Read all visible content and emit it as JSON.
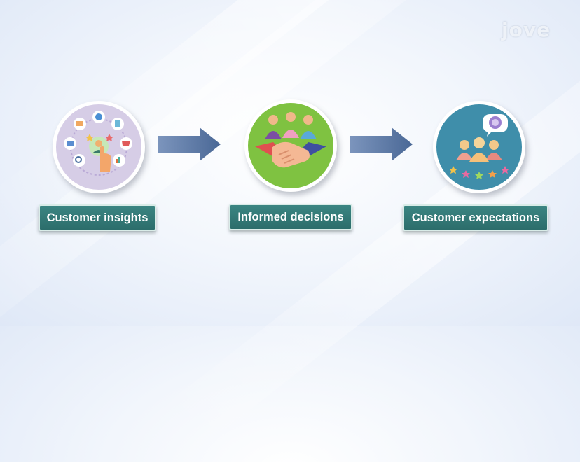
{
  "brand": {
    "logo_text": "jove"
  },
  "steps": [
    {
      "label": "Customer insights",
      "icon": "customer-insights-icon"
    },
    {
      "label": "Informed decisions",
      "icon": "handshake-icon"
    },
    {
      "label": "Customer expectations",
      "icon": "customer-expectations-icon"
    }
  ],
  "colors": {
    "label_bg": "#2f7472",
    "arrow": "#4f6d9a",
    "circle1_bg": "#d6cde6",
    "circle2_bg": "#7fc241",
    "circle3_bg": "#3f8eaa"
  }
}
